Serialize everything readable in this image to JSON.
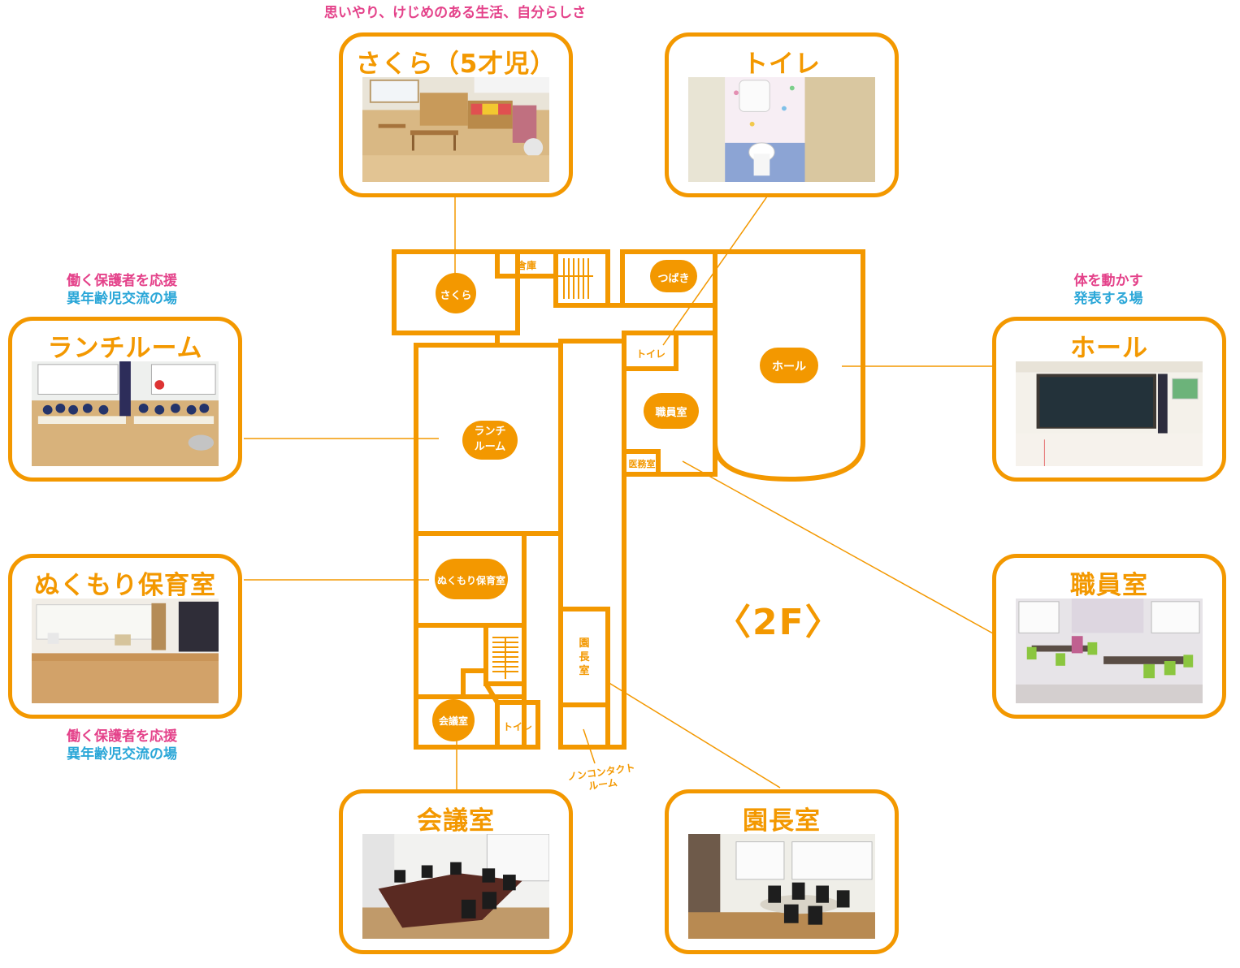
{
  "floor": "〈2F〉",
  "colors": {
    "accent": "#f39800",
    "pink": "#e4428a",
    "blue": "#2ba7d8"
  },
  "cards": {
    "sakura": {
      "title": "さくら（5才児）",
      "note": "思いやり、けじめのある生活、自分らしさ"
    },
    "toilet": {
      "title": "トイレ"
    },
    "lunch": {
      "title": "ランチルーム",
      "note1": "働く保護者を応援",
      "note2": "異年齢児交流の場"
    },
    "nukumori": {
      "title": "ぬくもり保育室",
      "note1": "働く保護者を応援",
      "note2": "異年齢児交流の場"
    },
    "hall": {
      "title": "ホール",
      "note1": "体を動かす",
      "note2": "発表する場"
    },
    "staff": {
      "title": "職員室"
    },
    "meeting": {
      "title": "会議室"
    },
    "director": {
      "title": "園長室"
    }
  },
  "plan": {
    "sakura": "さくら",
    "storage": "倉庫",
    "tsubaki": "つばき",
    "toilet_top": "トイレ",
    "hall": "ホール",
    "staff": "職員室",
    "infirmary": "医務室",
    "lunch_line1": "ランチ",
    "lunch_line2": "ルーム",
    "nukumori": "ぬくもり保育室",
    "director": "園長室",
    "meeting": "会議室",
    "toilet_bottom": "トイレ",
    "noncontact_line1": "ノンコンタクト",
    "noncontact_line2": "ルーム"
  }
}
